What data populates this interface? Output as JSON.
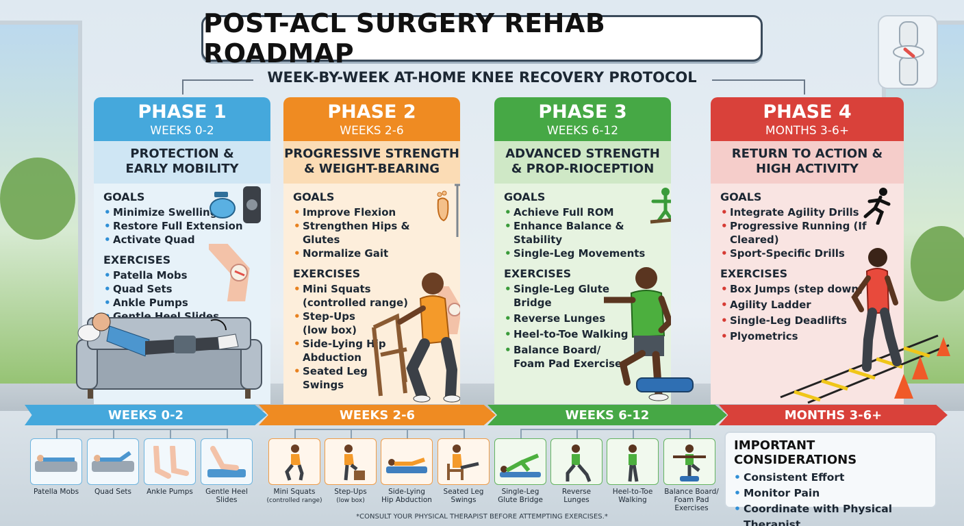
{
  "header": {
    "title": "POST-ACL SURGERY REHAB ROADMAP",
    "subtitle": "WEEK-BY-WEEK AT-HOME KNEE RECOVERY PROTOCOL"
  },
  "colors": {
    "phase1": "#45a8dc",
    "phase2": "#ef8b22",
    "phase3": "#46a845",
    "phase4": "#d9413a"
  },
  "phases": [
    {
      "name": "PHASE 1",
      "weeks": "WEEKS 0-2",
      "focus_line1": "PROTECTION &",
      "focus_line2": "EARLY MOBILITY",
      "goals_title": "GOALS",
      "goals": [
        "Minimize Swelling",
        "Restore Full Extension",
        "Activate Quad"
      ],
      "exercises_title": "EXERCISES",
      "exercises": [
        "Patella Mobs",
        "Quad Sets",
        "Ankle Pumps",
        "Gentle Heel Slides"
      ],
      "icons": [
        "ice-pack-icon",
        "knee-brace-icon"
      ]
    },
    {
      "name": "PHASE 2",
      "weeks": "WEEKS 2-6",
      "focus_line1": "PROGRESSIVE STRENGTH",
      "focus_line2": "& WEIGHT-BEARING",
      "goals_title": "GOALS",
      "goals": [
        "Improve Flexion",
        "Strengthen Hips & Glutes",
        "Normalize Gait"
      ],
      "exercises_title": "EXERCISES",
      "exercises": [
        "Mini Squats",
        "(controlled range)",
        "Step-Ups",
        "(low box)",
        "Side-Lying Hip",
        "Abduction",
        "Seated Leg",
        "Swings"
      ],
      "icons": [
        "footprint-icon",
        "crutch-icon"
      ]
    },
    {
      "name": "PHASE 3",
      "weeks": "WEEKS 6-12",
      "focus_line1": "ADVANCED STRENGTH",
      "focus_line2": "& PROP-RIOCEPTION",
      "goals_title": "GOALS",
      "goals": [
        "Achieve Full ROM",
        "Enhance Balance & Stability",
        "Single-Leg Movements"
      ],
      "exercises_title": "EXERCISES",
      "exercises": [
        "Single-Leg Glute",
        "Bridge",
        "Reverse Lunges",
        "Heel-to-Toe Walking",
        "Balance Board/",
        "Foam Pad Exercises"
      ],
      "icons": [
        "balance-board-icon"
      ]
    },
    {
      "name": "PHASE 4",
      "weeks": "MONTHS 3-6+",
      "focus_line1": "RETURN TO ACTION &",
      "focus_line2": "HIGH ACTIVITY",
      "goals_title": "GOALS",
      "goals": [
        "Integrate Agility Drills",
        "Progressive Running (If Cleared)",
        "Sport-Specific Drills"
      ],
      "exercises_title": "EXERCISES",
      "exercises": [
        "Box Jumps (step down)",
        "Agility Ladder",
        "Single-Leg Deadlifts",
        "Plyometrics"
      ],
      "icons": [
        "runner-icon"
      ]
    }
  ],
  "timeline": [
    "WEEKS 0-2",
    "WEEKS 2-6",
    "WEEKS 6-12",
    "MONTHS 3-6+"
  ],
  "thumbnails": {
    "phase1": [
      {
        "line1": "Patella Mobs",
        "line2": ""
      },
      {
        "line1": "Quad Sets",
        "line2": ""
      },
      {
        "line1": "Ankle Pumps",
        "line2": ""
      },
      {
        "line1": "Gentle Heel",
        "line2": "Slides"
      }
    ],
    "phase2": [
      {
        "line1": "Mini Squats",
        "line2": "(controlled range)"
      },
      {
        "line1": "Step-Ups",
        "line2": "(low box)"
      },
      {
        "line1": "Side-Lying",
        "line2": "Hip Abduction"
      },
      {
        "line1": "Seated Leg",
        "line2": "Swings"
      }
    ],
    "phase3": [
      {
        "line1": "Single-Leg",
        "line2": "Glute Bridge"
      },
      {
        "line1": "Reverse",
        "line2": "Lunges"
      },
      {
        "line1": "Heel-to-Toe",
        "line2": "Walking"
      },
      {
        "line1": "Balance Board/",
        "line2": "Foam Pad Exercises"
      }
    ]
  },
  "considerations": {
    "title": "IMPORTANT CONSIDERATIONS",
    "items": [
      "Consistent Effort",
      "Monitor Pain",
      "Coordinate with Physical Therapist"
    ]
  },
  "disclaimer": "*CONSULT YOUR PHYSICAL THERAPIST BEFORE ATTEMPTING EXERCISES.*"
}
